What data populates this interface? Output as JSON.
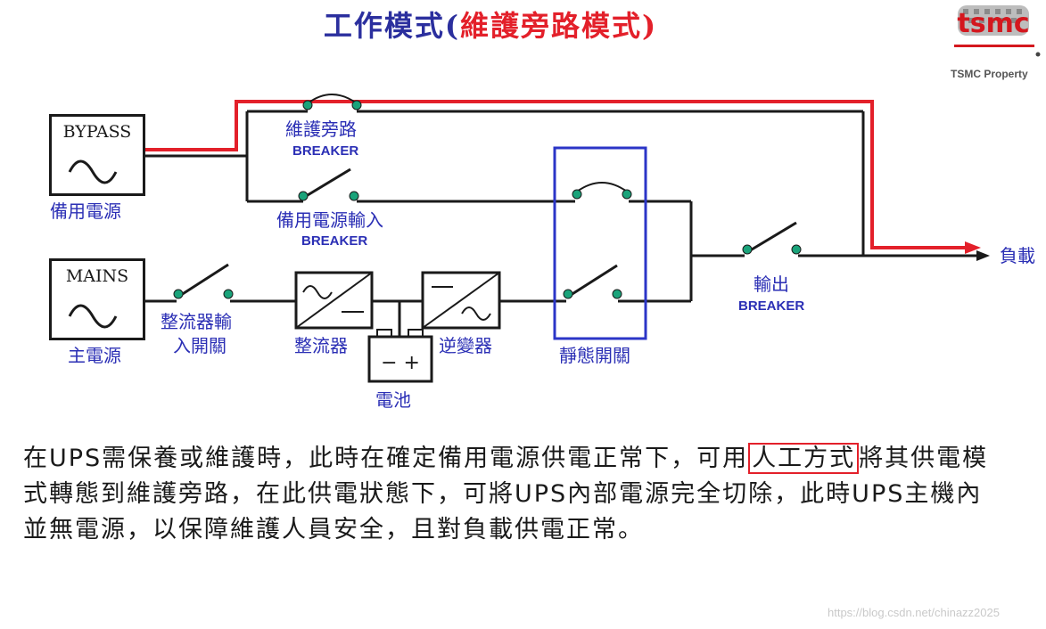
{
  "title": {
    "prefix": "工作模式(",
    "highlight": "維護旁路模式",
    "suffix": ")"
  },
  "logo": {
    "text": "tsmc",
    "caption": "TSMC Property"
  },
  "diagram": {
    "bypass_source": {
      "box_label": "BYPASS",
      "caption": "備用電源"
    },
    "mains_source": {
      "box_label": "MAINS",
      "caption": "主電源"
    },
    "maintenance_bypass": {
      "name": "維護旁路",
      "type": "BREAKER"
    },
    "bypass_input": {
      "name": "備用電源輸入",
      "type": "BREAKER"
    },
    "rectifier_input": {
      "name_line1": "整流器輸",
      "name_line2": "入開關"
    },
    "rectifier": "整流器",
    "inverter": "逆變器",
    "battery": {
      "name": "電池",
      "symbol": "− +"
    },
    "static_switch": "靜態開關",
    "output": {
      "name": "輸出",
      "type": "BREAKER"
    },
    "load": "負載",
    "colors": {
      "power_path": "#e3202a",
      "wire": "#1a1a1a",
      "switch_contact": "#1aa37a",
      "static_switch_box": "#2b35c7",
      "label": "#2b2fb5"
    }
  },
  "description": {
    "before": "在UPS需保養或維護時，此時在確定備用電源供電正常下，可用",
    "highlight": "人工方式",
    "after": "將其供電模式轉態到維護旁路，在此供電狀態下，可將UPS內部電源完全切除，此時UPS主機內並無電源，以保障維護人員安全，且對負載供電正常。"
  },
  "watermark": "https://blog.csdn.net/chinazz2025"
}
